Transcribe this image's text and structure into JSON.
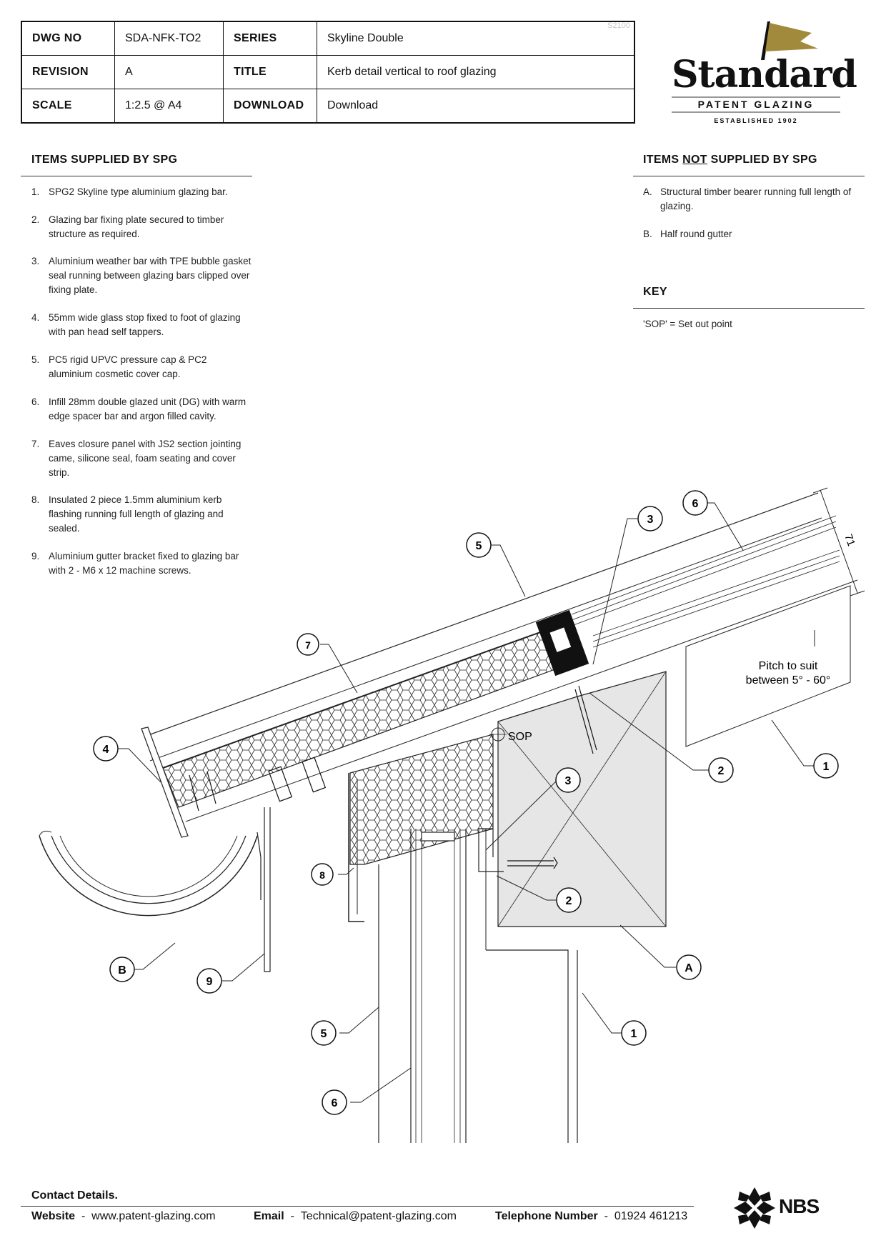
{
  "title_block": {
    "dwg_no_label": "DWG NO",
    "dwg_no": "SDA-NFK-TO2",
    "series_label": "SERIES",
    "series": "Skyline Double",
    "revision_label": "REVISION",
    "revision": "A",
    "title_label": "TITLE",
    "title": "Kerb detail vertical to roof glazing",
    "scale_label": "SCALE",
    "scale": "1:2.5 @ A4",
    "download_label": "DOWNLOAD",
    "download": "Download",
    "ref_code": "S2100"
  },
  "logo": {
    "word": "Standard",
    "sub": "PATENT GLAZING",
    "est": "ESTABLISHED 1902",
    "accent": "#a28a3c"
  },
  "supplied": {
    "heading": "ITEMS SUPPLIED BY SPG",
    "items": [
      {
        "n": "1.",
        "text": "SPG2 Skyline type aluminium glazing bar."
      },
      {
        "n": "2.",
        "text": "Glazing bar fixing plate secured to timber structure as required."
      },
      {
        "n": "3.",
        "text": "Aluminium weather bar with TPE bubble gasket seal running between glazing bars clipped over fixing plate."
      },
      {
        "n": "4.",
        "text": "55mm wide glass stop fixed to foot of glazing with pan head self tappers."
      },
      {
        "n": "5.",
        "text": "PC5 rigid UPVC pressure cap & PC2 aluminium cosmetic cover cap."
      },
      {
        "n": "6.",
        "text": "Infill 28mm double glazed unit (DG) with warm edge spacer bar and argon filled cavity."
      },
      {
        "n": "7.",
        "text": "Eaves closure panel with JS2 section jointing came, silicone seal, foam seating and cover strip."
      },
      {
        "n": "8.",
        "text": "Insulated 2 piece 1.5mm aluminium kerb flashing running full length of glazing and sealed."
      },
      {
        "n": "9.",
        "text": "Aluminium gutter bracket fixed to glazing bar with 2 - M6 x 12 machine screws."
      }
    ]
  },
  "not_supplied": {
    "heading_pre": "ITEMS ",
    "heading_not": "NOT",
    "heading_post": " SUPPLIED BY SPG",
    "items": [
      {
        "n": "A.",
        "text": "Structural timber bearer running full length of glazing."
      },
      {
        "n": "B.",
        "text": "Half round gutter"
      }
    ]
  },
  "key": {
    "heading": "KEY",
    "text": "'SOP' = Set out point"
  },
  "drawing": {
    "sop": "SOP",
    "dim_71": "71",
    "pitch_line1": "Pitch to suit",
    "pitch_line2": "between 5° - 60°",
    "callouts": [
      "6",
      "3",
      "5",
      "7",
      "4",
      "2",
      "1",
      "3",
      "8",
      "2",
      "A",
      "B",
      "9",
      "5",
      "1",
      "6"
    ]
  },
  "footer": {
    "contact_heading": "Contact Details.",
    "website_label": "Website",
    "website": "www.patent-glazing.com",
    "email_label": "Email",
    "email": "Technical@patent-glazing.com",
    "phone_label": "Telephone Number",
    "phone": "01924 461213",
    "sep": "-",
    "nbs": "NBS"
  }
}
